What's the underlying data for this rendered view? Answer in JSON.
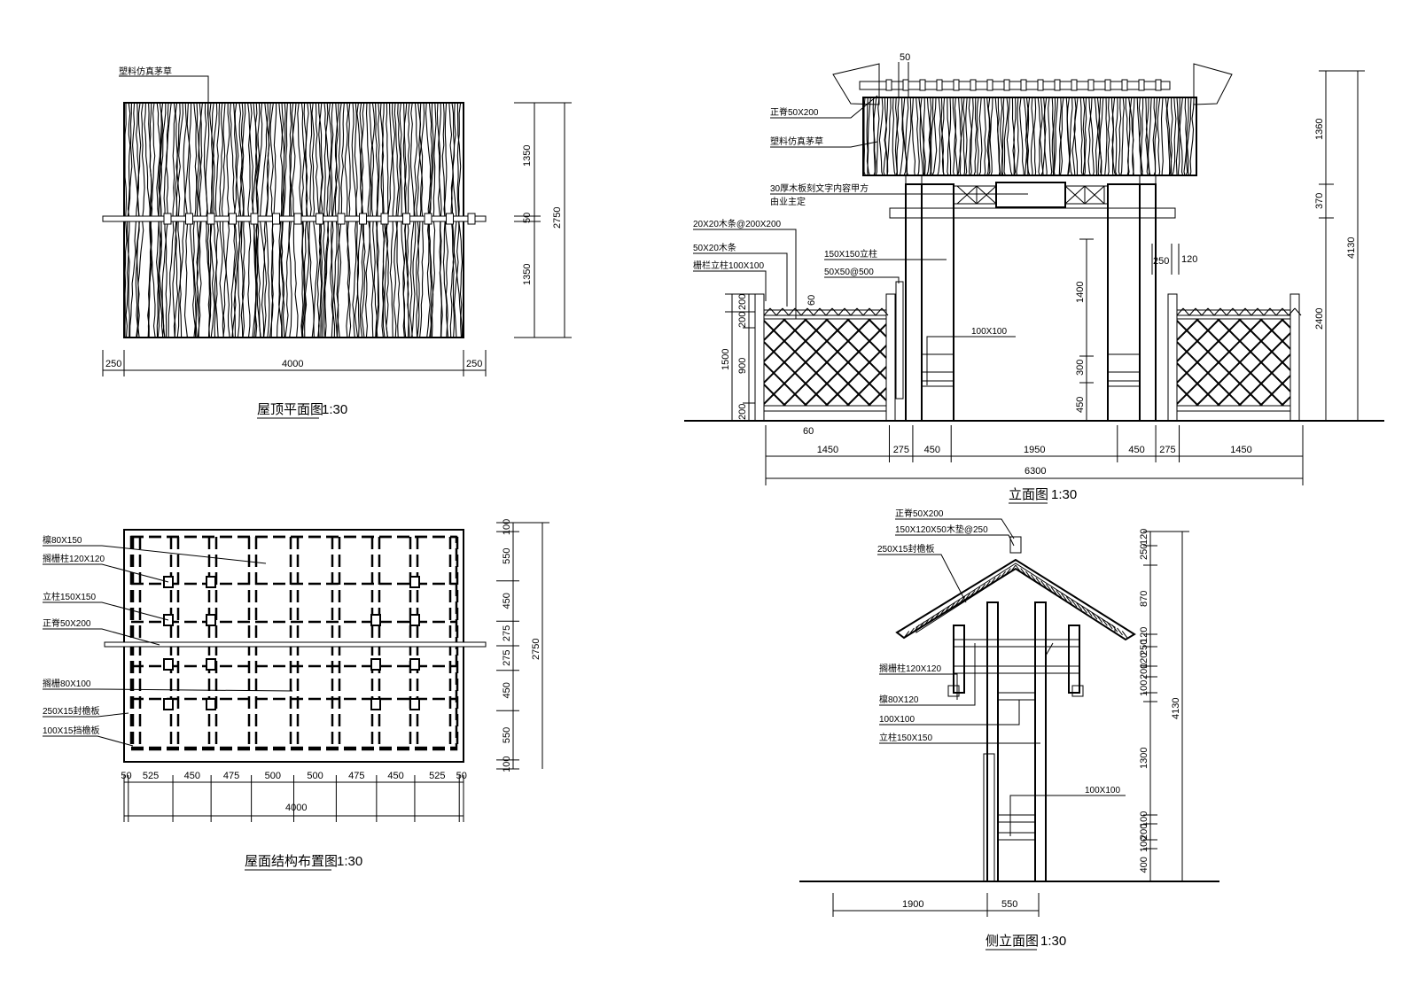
{
  "titles": {
    "roof_plan": "屋顶平面图",
    "roof_plan_scale": "1:30",
    "front_elev": "立面图",
    "front_elev_scale": "1:30",
    "roof_struct": "屋面结构布置图",
    "roof_struct_scale": "1:30",
    "side_elev": "侧立面图",
    "side_elev_scale": "1:30"
  },
  "roof_plan": {
    "label_thatch": "塑料仿真茅草",
    "dims_bottom": [
      "250",
      "4000",
      "250"
    ],
    "dims_right": [
      "1350",
      "50",
      "1350",
      "2750"
    ]
  },
  "roof_struct": {
    "labels": [
      "檩80X150",
      "搁栅柱120X120",
      "立柱150X150",
      "正脊50X200",
      "搁栅80X100",
      "250X15封檐板",
      "100X15挡檐板"
    ],
    "dims_bottom": [
      "50",
      "525",
      "450",
      "475",
      "500",
      "500",
      "475",
      "450",
      "525",
      "50"
    ],
    "total": "4000",
    "dims_right": [
      "100",
      "550",
      "450",
      "275",
      "275",
      "450",
      "550",
      "100"
    ],
    "total_right": "2750"
  },
  "front_elev": {
    "labels": [
      "正脊50X200",
      "塑料仿真茅草",
      "30厚木板刻文字内容甲方",
      "由业主定",
      "20X20木条@200X200",
      "50X20木条",
      "栅栏立柱100X100",
      "150X150立柱",
      "50X50@500",
      "100X100"
    ],
    "top_dim": "50",
    "dims_right": [
      "1360",
      "370",
      "2400",
      "4130"
    ],
    "dims_left": [
      "200",
      "200",
      "1500",
      "900",
      "200"
    ],
    "dims_inner": [
      "1400",
      "300",
      "450"
    ],
    "dims_small": [
      "250",
      "120",
      "60",
      "60"
    ],
    "dims_bottom": [
      "1450",
      "275",
      "450",
      "1950",
      "450",
      "275",
      "1450"
    ],
    "total": "6300"
  },
  "side_elev": {
    "labels": [
      "正脊50X200",
      "150X120X50木垫@250",
      "250X15封檐板",
      "搁栅柱120X120",
      "檩80X120",
      "100X100",
      "立柱150X150",
      "100X100"
    ],
    "dims_right": [
      "120",
      "250",
      "870",
      "120",
      "250",
      "120",
      "200",
      "100",
      "1300",
      "100",
      "200",
      "100",
      "400",
      "4130"
    ],
    "dims_bottom": [
      "1900",
      "550"
    ]
  }
}
